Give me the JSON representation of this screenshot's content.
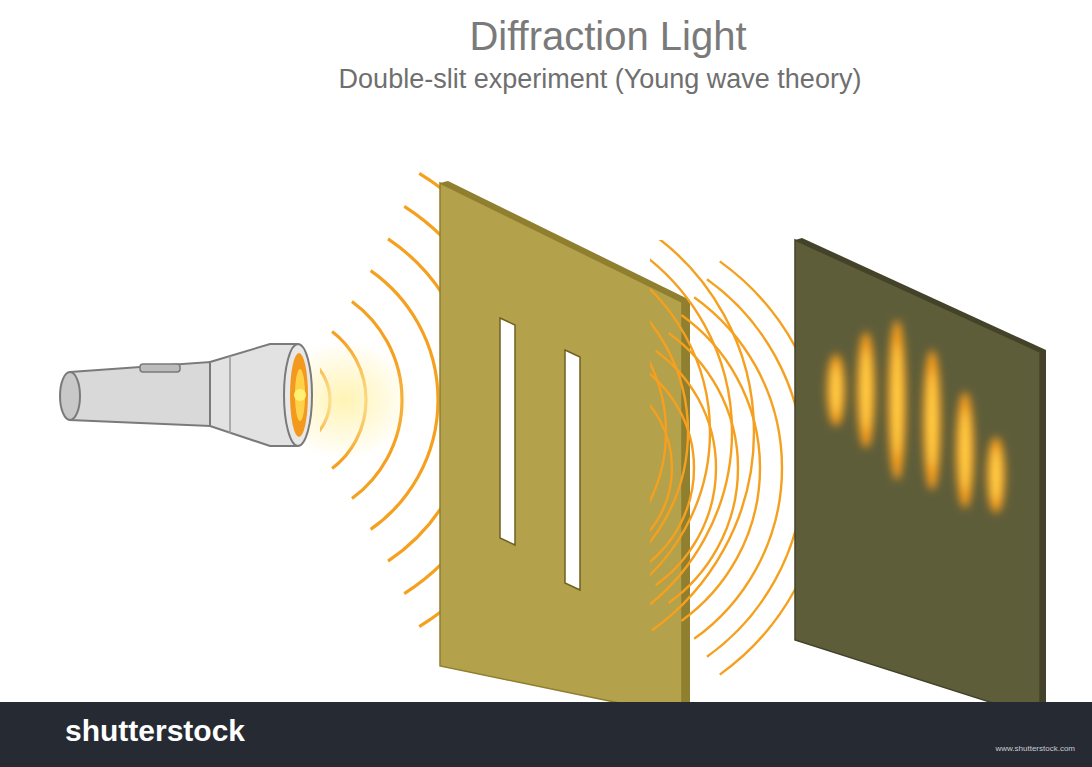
{
  "diagram": {
    "title": "Diffraction Light",
    "labels": [
      "Double-slit experiment (Young wave theory)",
      "shutterstock",
      "www.shutterstock.com"
    ]
  }
}
